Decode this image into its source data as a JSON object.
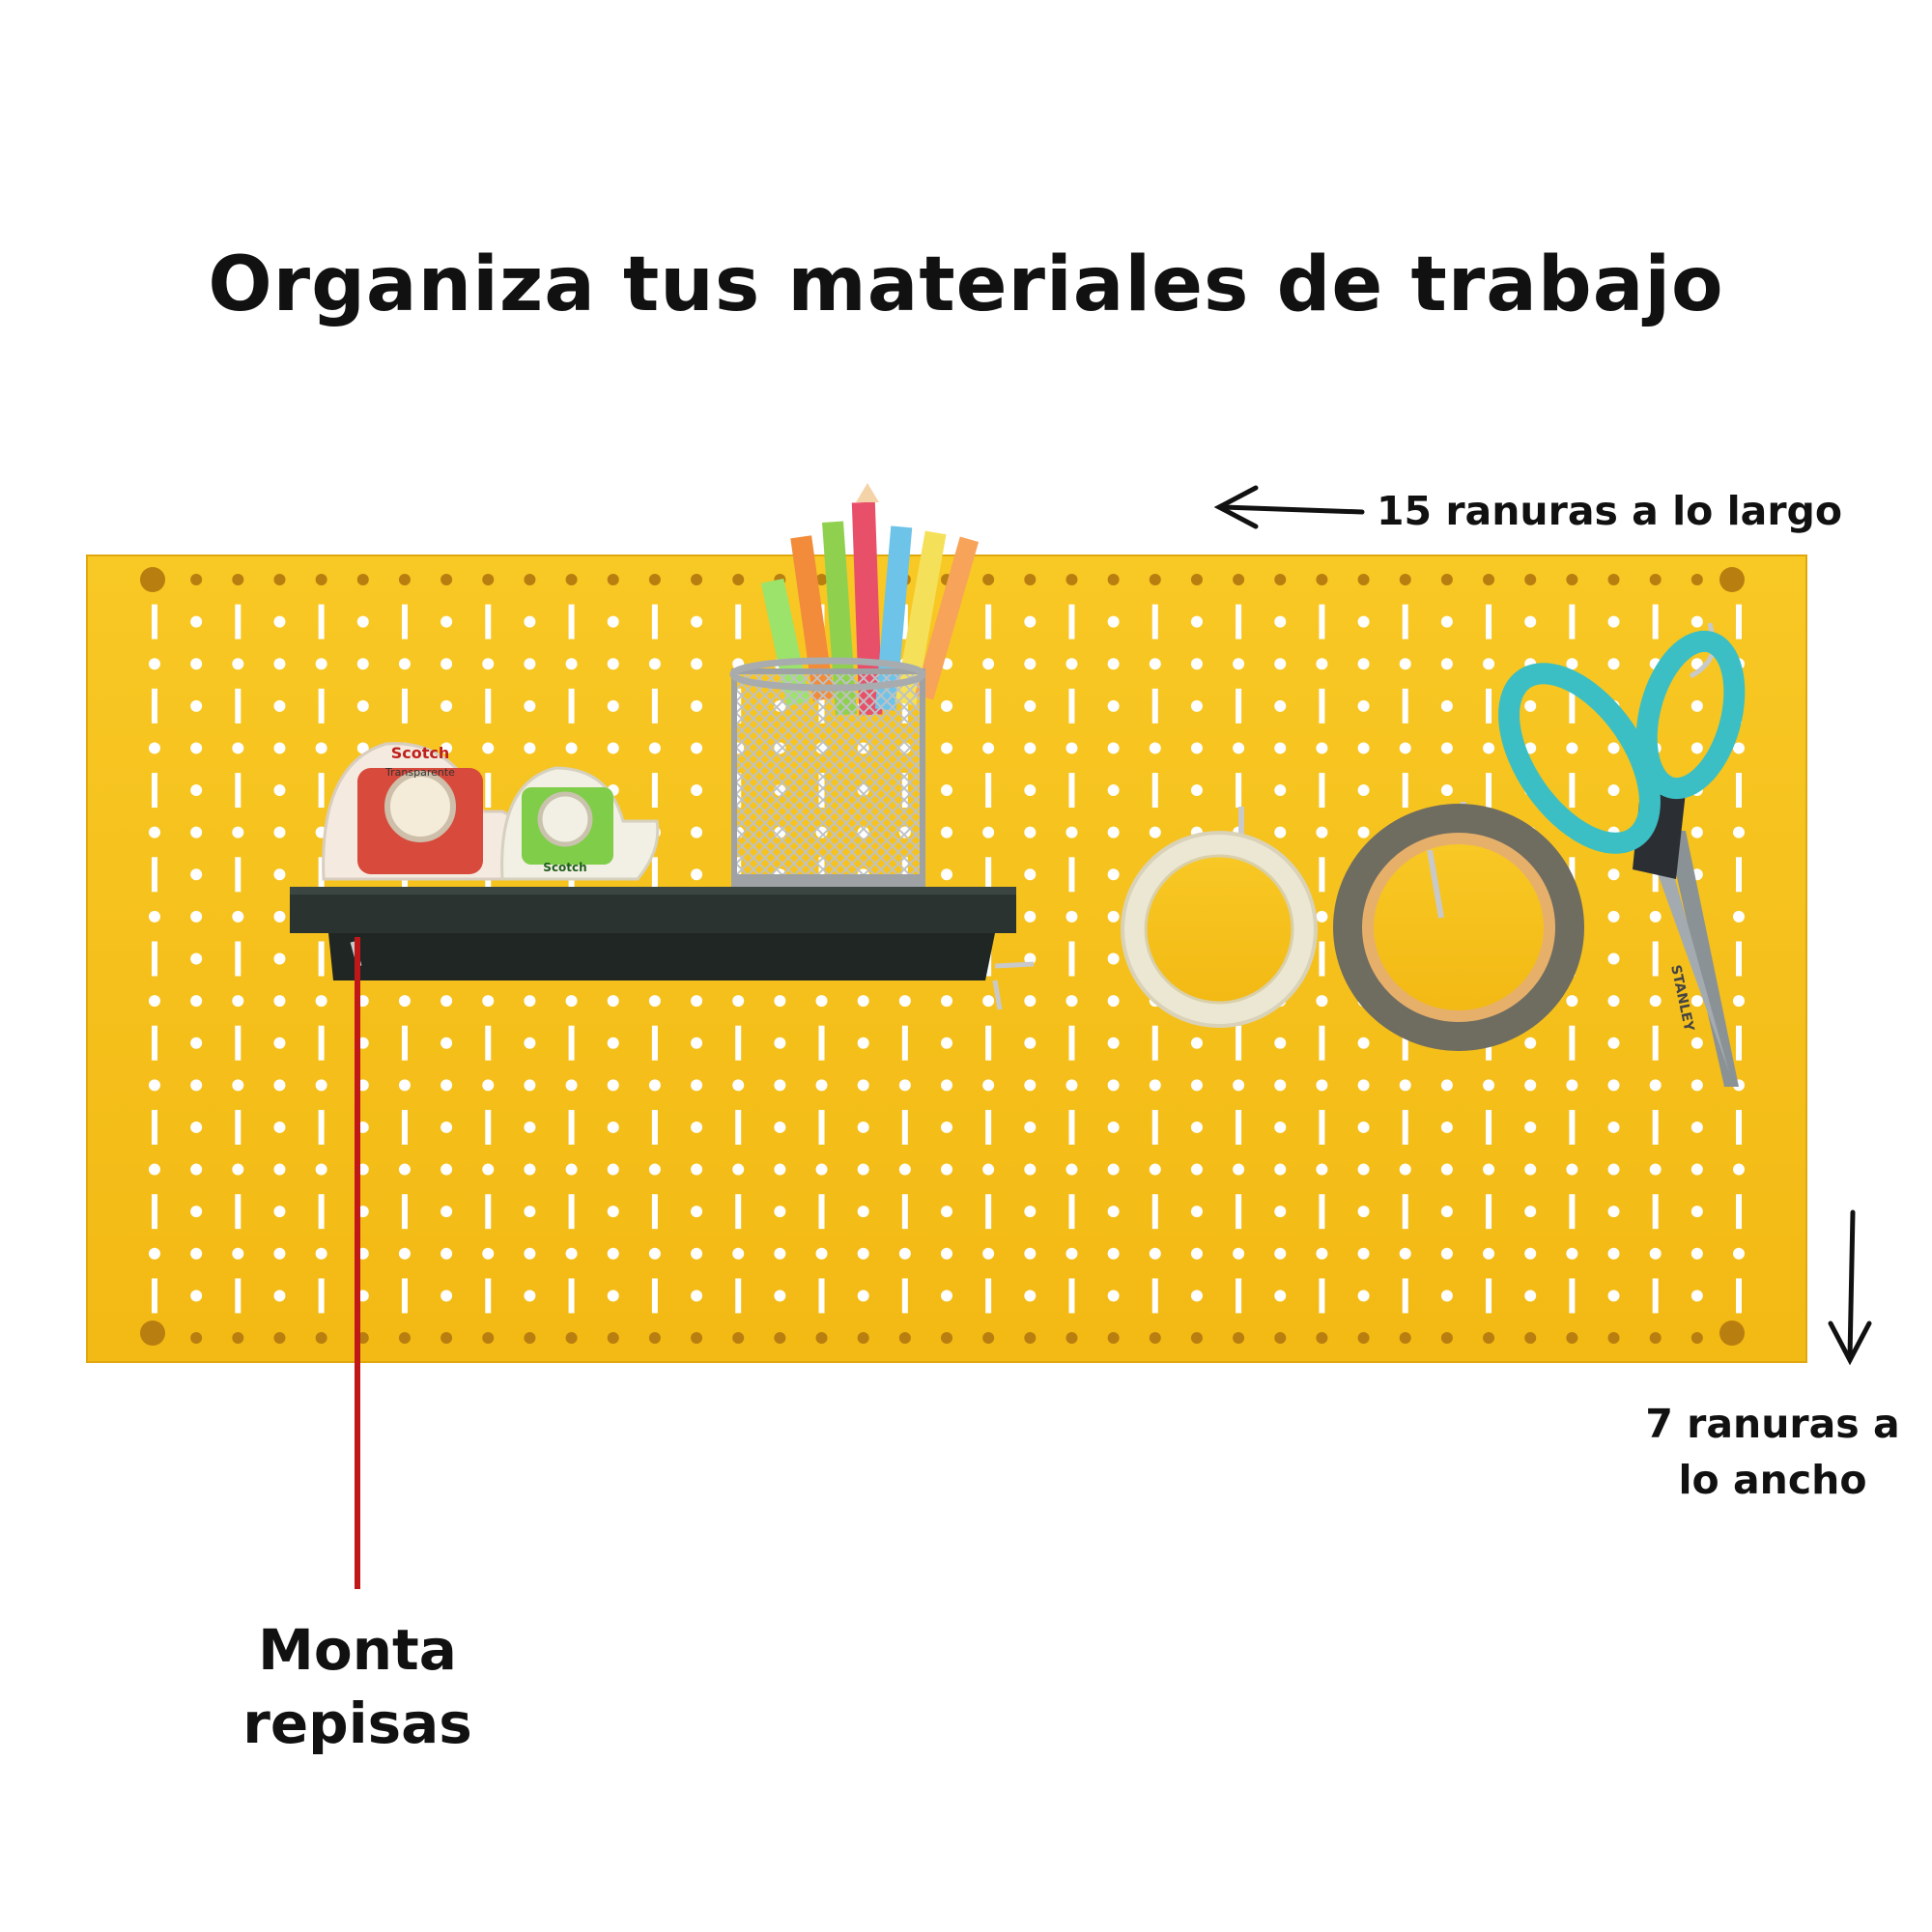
{
  "title": "Organiza tus materiales de trabajo",
  "annotations": {
    "length": "15 ranuras a lo largo",
    "width": "7 ranuras a lo ancho",
    "shelf_mount": "Monta repisas"
  },
  "product_labels": {
    "tape_1": "Scotch",
    "tape_1_sub": "Transparente",
    "tape_2": "Scotch",
    "scissors": "STANLEY"
  },
  "colors": {
    "board": "#f7c21a",
    "shelf": "#2a3330",
    "scissors_handle": "#3bbfc4",
    "pointer_line": "#c01818"
  }
}
